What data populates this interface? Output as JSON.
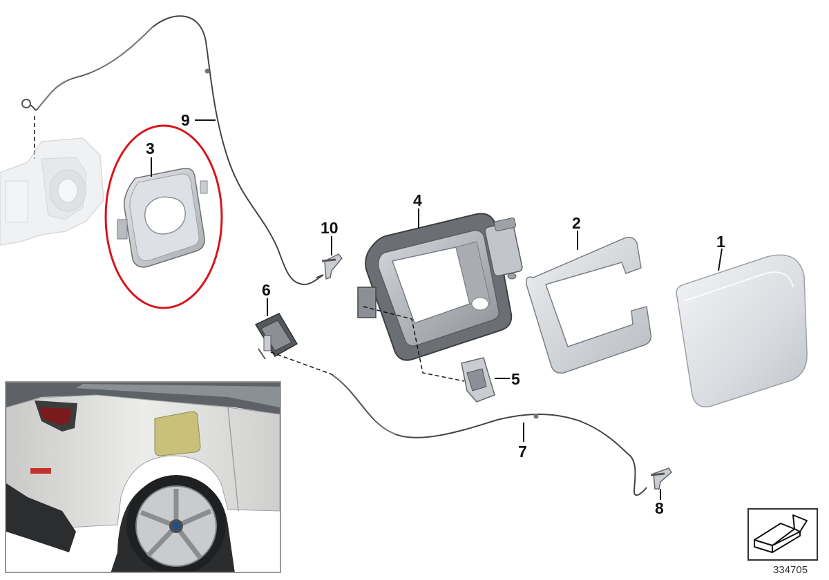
{
  "callouts": [
    {
      "id": "1",
      "label": "1"
    },
    {
      "id": "2",
      "label": "2"
    },
    {
      "id": "3",
      "label": "3"
    },
    {
      "id": "4",
      "label": "4"
    },
    {
      "id": "5",
      "label": "5"
    },
    {
      "id": "6",
      "label": "6"
    },
    {
      "id": "7",
      "label": "7"
    },
    {
      "id": "8",
      "label": "8"
    },
    {
      "id": "9",
      "label": "9"
    },
    {
      "id": "10",
      "label": "10"
    }
  ],
  "diagram_number": "334705",
  "highlight": {
    "part": "3",
    "color": "#d9141b"
  },
  "colors": {
    "part_light": "#e9ebee",
    "part_mid": "#c9cdd2",
    "part_dark": "#8c9096",
    "frame_dark": "#55585c",
    "flap_yellow": "#c9c07a",
    "car_body": "#d7d8d5"
  },
  "icons": [
    "callout-marker",
    "orientation-arrow-icon"
  ]
}
